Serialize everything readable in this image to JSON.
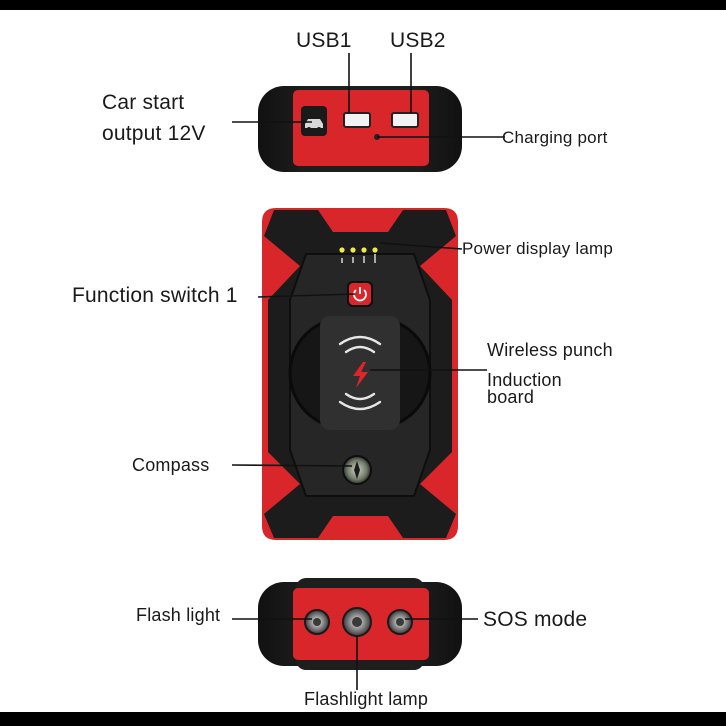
{
  "labels": {
    "usb1": "USB1",
    "usb2": "USB2",
    "car_start_line1": "Car start",
    "car_start_line2": "output 12V",
    "charging_port": "Charging port",
    "power_display_lamp": "Power display lamp",
    "function_switch": "Function switch 1",
    "wireless_punch": "Wireless punch",
    "induction_line1": "Induction",
    "induction_line2": "board",
    "compass": "Compass",
    "flash_light": "Flash light",
    "sos_mode": "SOS mode",
    "flashlight_lamp": "Flashlight lamp"
  },
  "colors": {
    "device_red": "#d8262b",
    "device_black": "#1c1c1c",
    "lamp_yellow": "#f1e84a"
  },
  "icons": {
    "power_button": "power-icon",
    "wireless_symbol": "wireless-charging-icon",
    "compass": "compass-icon",
    "car_port": "car-icon"
  }
}
